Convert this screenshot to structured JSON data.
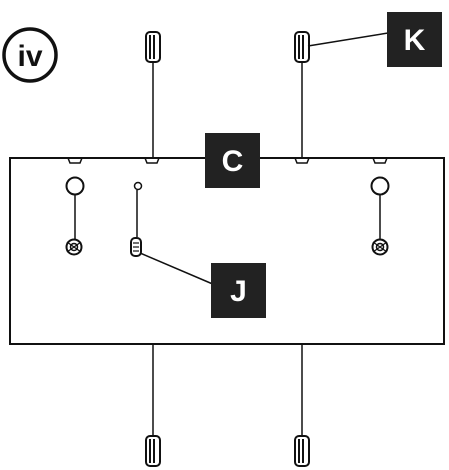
{
  "step": {
    "label": "iv"
  },
  "callouts": {
    "c": "C",
    "k": "K",
    "j": "J"
  },
  "colors": {
    "line": "#111111",
    "callout_bg": "#222222",
    "callout_text": "#ffffff",
    "panel_bg": "#ffffff"
  }
}
